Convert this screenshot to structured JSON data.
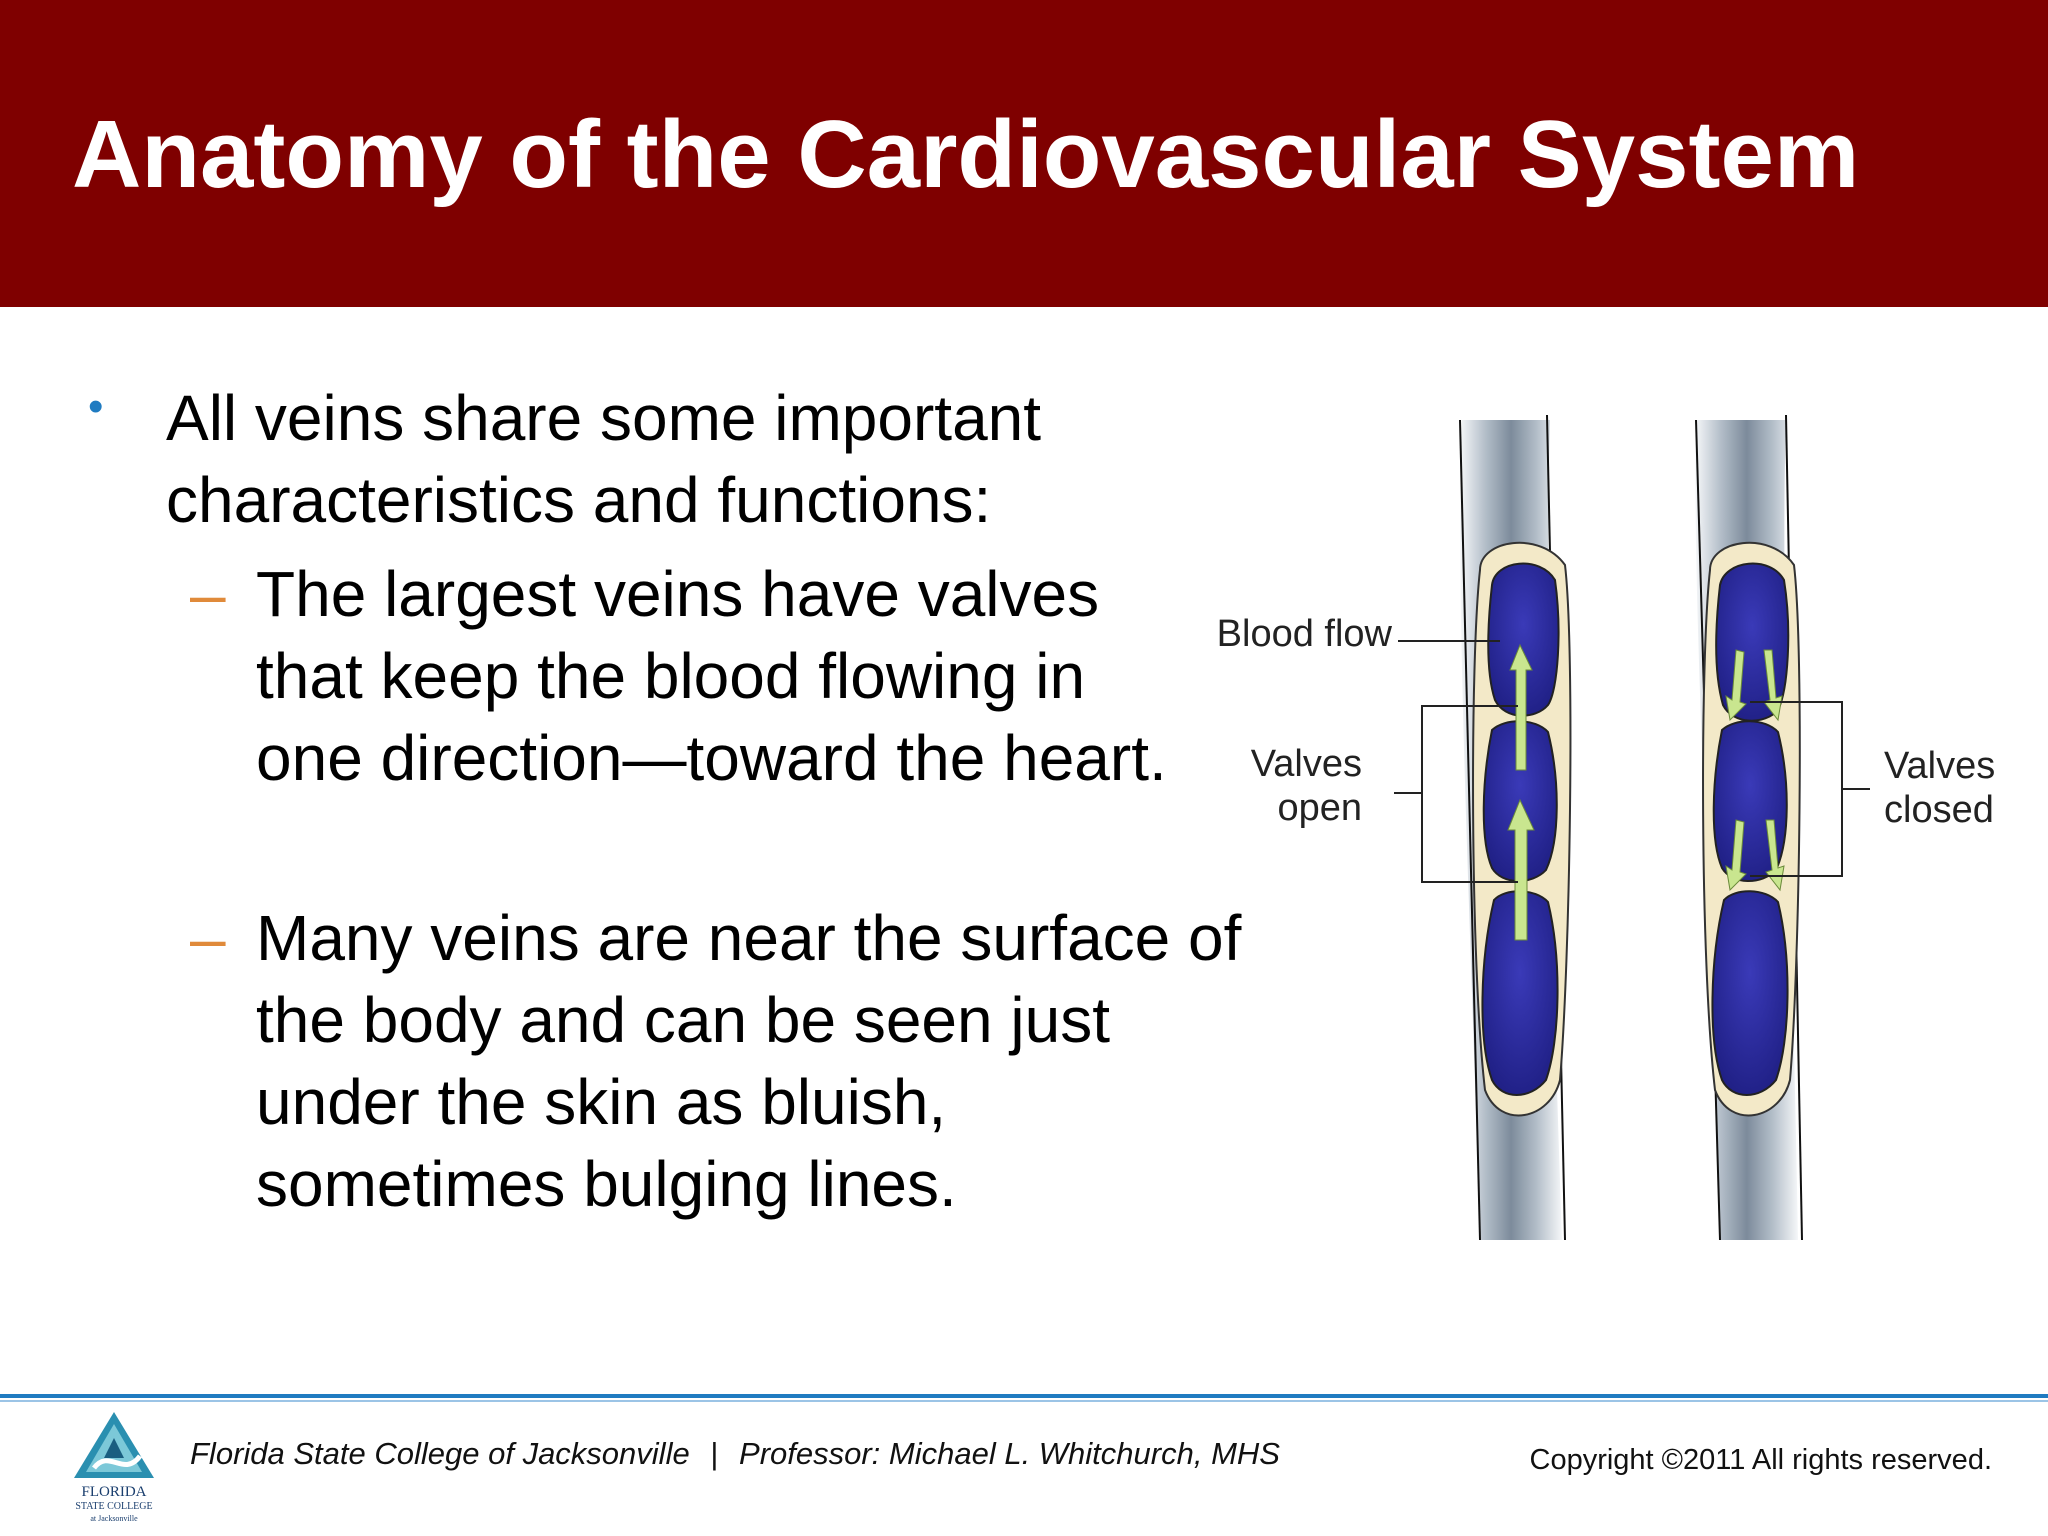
{
  "slide": {
    "title": "Anatomy of the Cardiovascular System",
    "bullet": "All veins share some important characteristics and functions:",
    "sub_items": [
      "The largest veins have valves that keep the blood flowing in one direction—toward the heart.",
      "Many veins are near the surface of the body and can be seen just under the skin as bluish, sometimes bulging lines."
    ],
    "bullet_glyph": "•",
    "dash_glyph": "–"
  },
  "diagram": {
    "blood_flow_label": "Blood flow",
    "valves_open_line1": "Valves",
    "valves_open_line2": "open",
    "valves_closed_line1": "Valves",
    "valves_closed_line2": "closed"
  },
  "footer": {
    "institution": "Florida State College of Jacksonville",
    "separator": "|",
    "professor": "Professor: Michael L. Whitchurch, MHS",
    "copyright": "Copyright ©2011  All rights reserved.",
    "logo_line1": "FLORIDA",
    "logo_line2": "STATE COLLEGE",
    "logo_line3": "at Jacksonville"
  },
  "colors": {
    "header": "#7f0000",
    "bullet": "#1f7bc1",
    "dash": "#e08a3a",
    "vein_blood": "#2a2a9a",
    "arrow": "#c9e68f",
    "footer_rule": "#1f7bc1"
  }
}
